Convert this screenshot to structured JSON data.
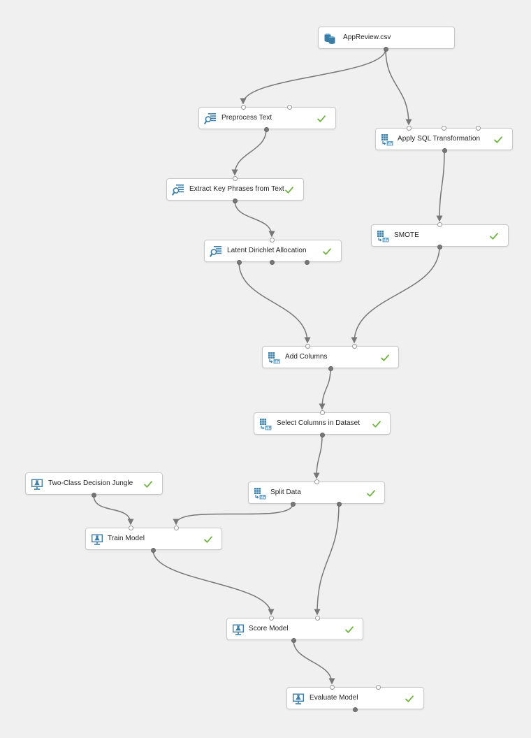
{
  "canvas": {
    "modules": [
      {
        "id": "appreview",
        "label": "AppReview.csv",
        "icon": "dataset-icon",
        "status": ""
      },
      {
        "id": "preprocess",
        "label": "Preprocess Text",
        "icon": "text-analytics-icon",
        "status": "completed"
      },
      {
        "id": "applysql",
        "label": "Apply SQL Transformation",
        "icon": "data-transform-icon",
        "status": "completed"
      },
      {
        "id": "keyphrases",
        "label": "Extract Key Phrases from Text",
        "icon": "text-analytics-icon",
        "status": "completed"
      },
      {
        "id": "smote",
        "label": "SMOTE",
        "icon": "data-transform-icon",
        "status": "completed"
      },
      {
        "id": "lda",
        "label": "Latent Dirichlet Allocation",
        "icon": "text-analytics-icon",
        "status": "completed"
      },
      {
        "id": "addcolumns",
        "label": "Add Columns",
        "icon": "data-transform-icon",
        "status": "completed"
      },
      {
        "id": "selectcolumns",
        "label": "Select Columns in Dataset",
        "icon": "data-transform-icon",
        "status": "completed"
      },
      {
        "id": "jungle",
        "label": "Two-Class Decision Jungle",
        "icon": "ml-model-icon",
        "status": "completed"
      },
      {
        "id": "splitdata",
        "label": "Split Data",
        "icon": "data-transform-icon",
        "status": "completed"
      },
      {
        "id": "trainmodel",
        "label": "Train Model",
        "icon": "ml-model-icon",
        "status": "completed"
      },
      {
        "id": "scoremodel",
        "label": "Score Model",
        "icon": "ml-model-icon",
        "status": "completed"
      },
      {
        "id": "evaluatemodel",
        "label": "Evaluate Model",
        "icon": "ml-model-icon",
        "status": "completed"
      }
    ],
    "connections": [
      [
        "appreview",
        "preprocess"
      ],
      [
        "appreview",
        "applysql"
      ],
      [
        "preprocess",
        "keyphrases"
      ],
      [
        "keyphrases",
        "lda"
      ],
      [
        "applysql",
        "smote"
      ],
      [
        "lda",
        "addcolumns"
      ],
      [
        "smote",
        "addcolumns"
      ],
      [
        "addcolumns",
        "selectcolumns"
      ],
      [
        "selectcolumns",
        "splitdata"
      ],
      [
        "jungle",
        "trainmodel"
      ],
      [
        "splitdata",
        "trainmodel"
      ],
      [
        "trainmodel",
        "scoremodel"
      ],
      [
        "splitdata",
        "scoremodel"
      ],
      [
        "scoremodel",
        "evaluatemodel"
      ]
    ],
    "colors": {
      "background": "#f0f0f0",
      "edge": "#777777",
      "check": "#6cb33f",
      "icon_primary": "#3a7ea8",
      "icon_secondary": "#6aa5cc"
    }
  }
}
